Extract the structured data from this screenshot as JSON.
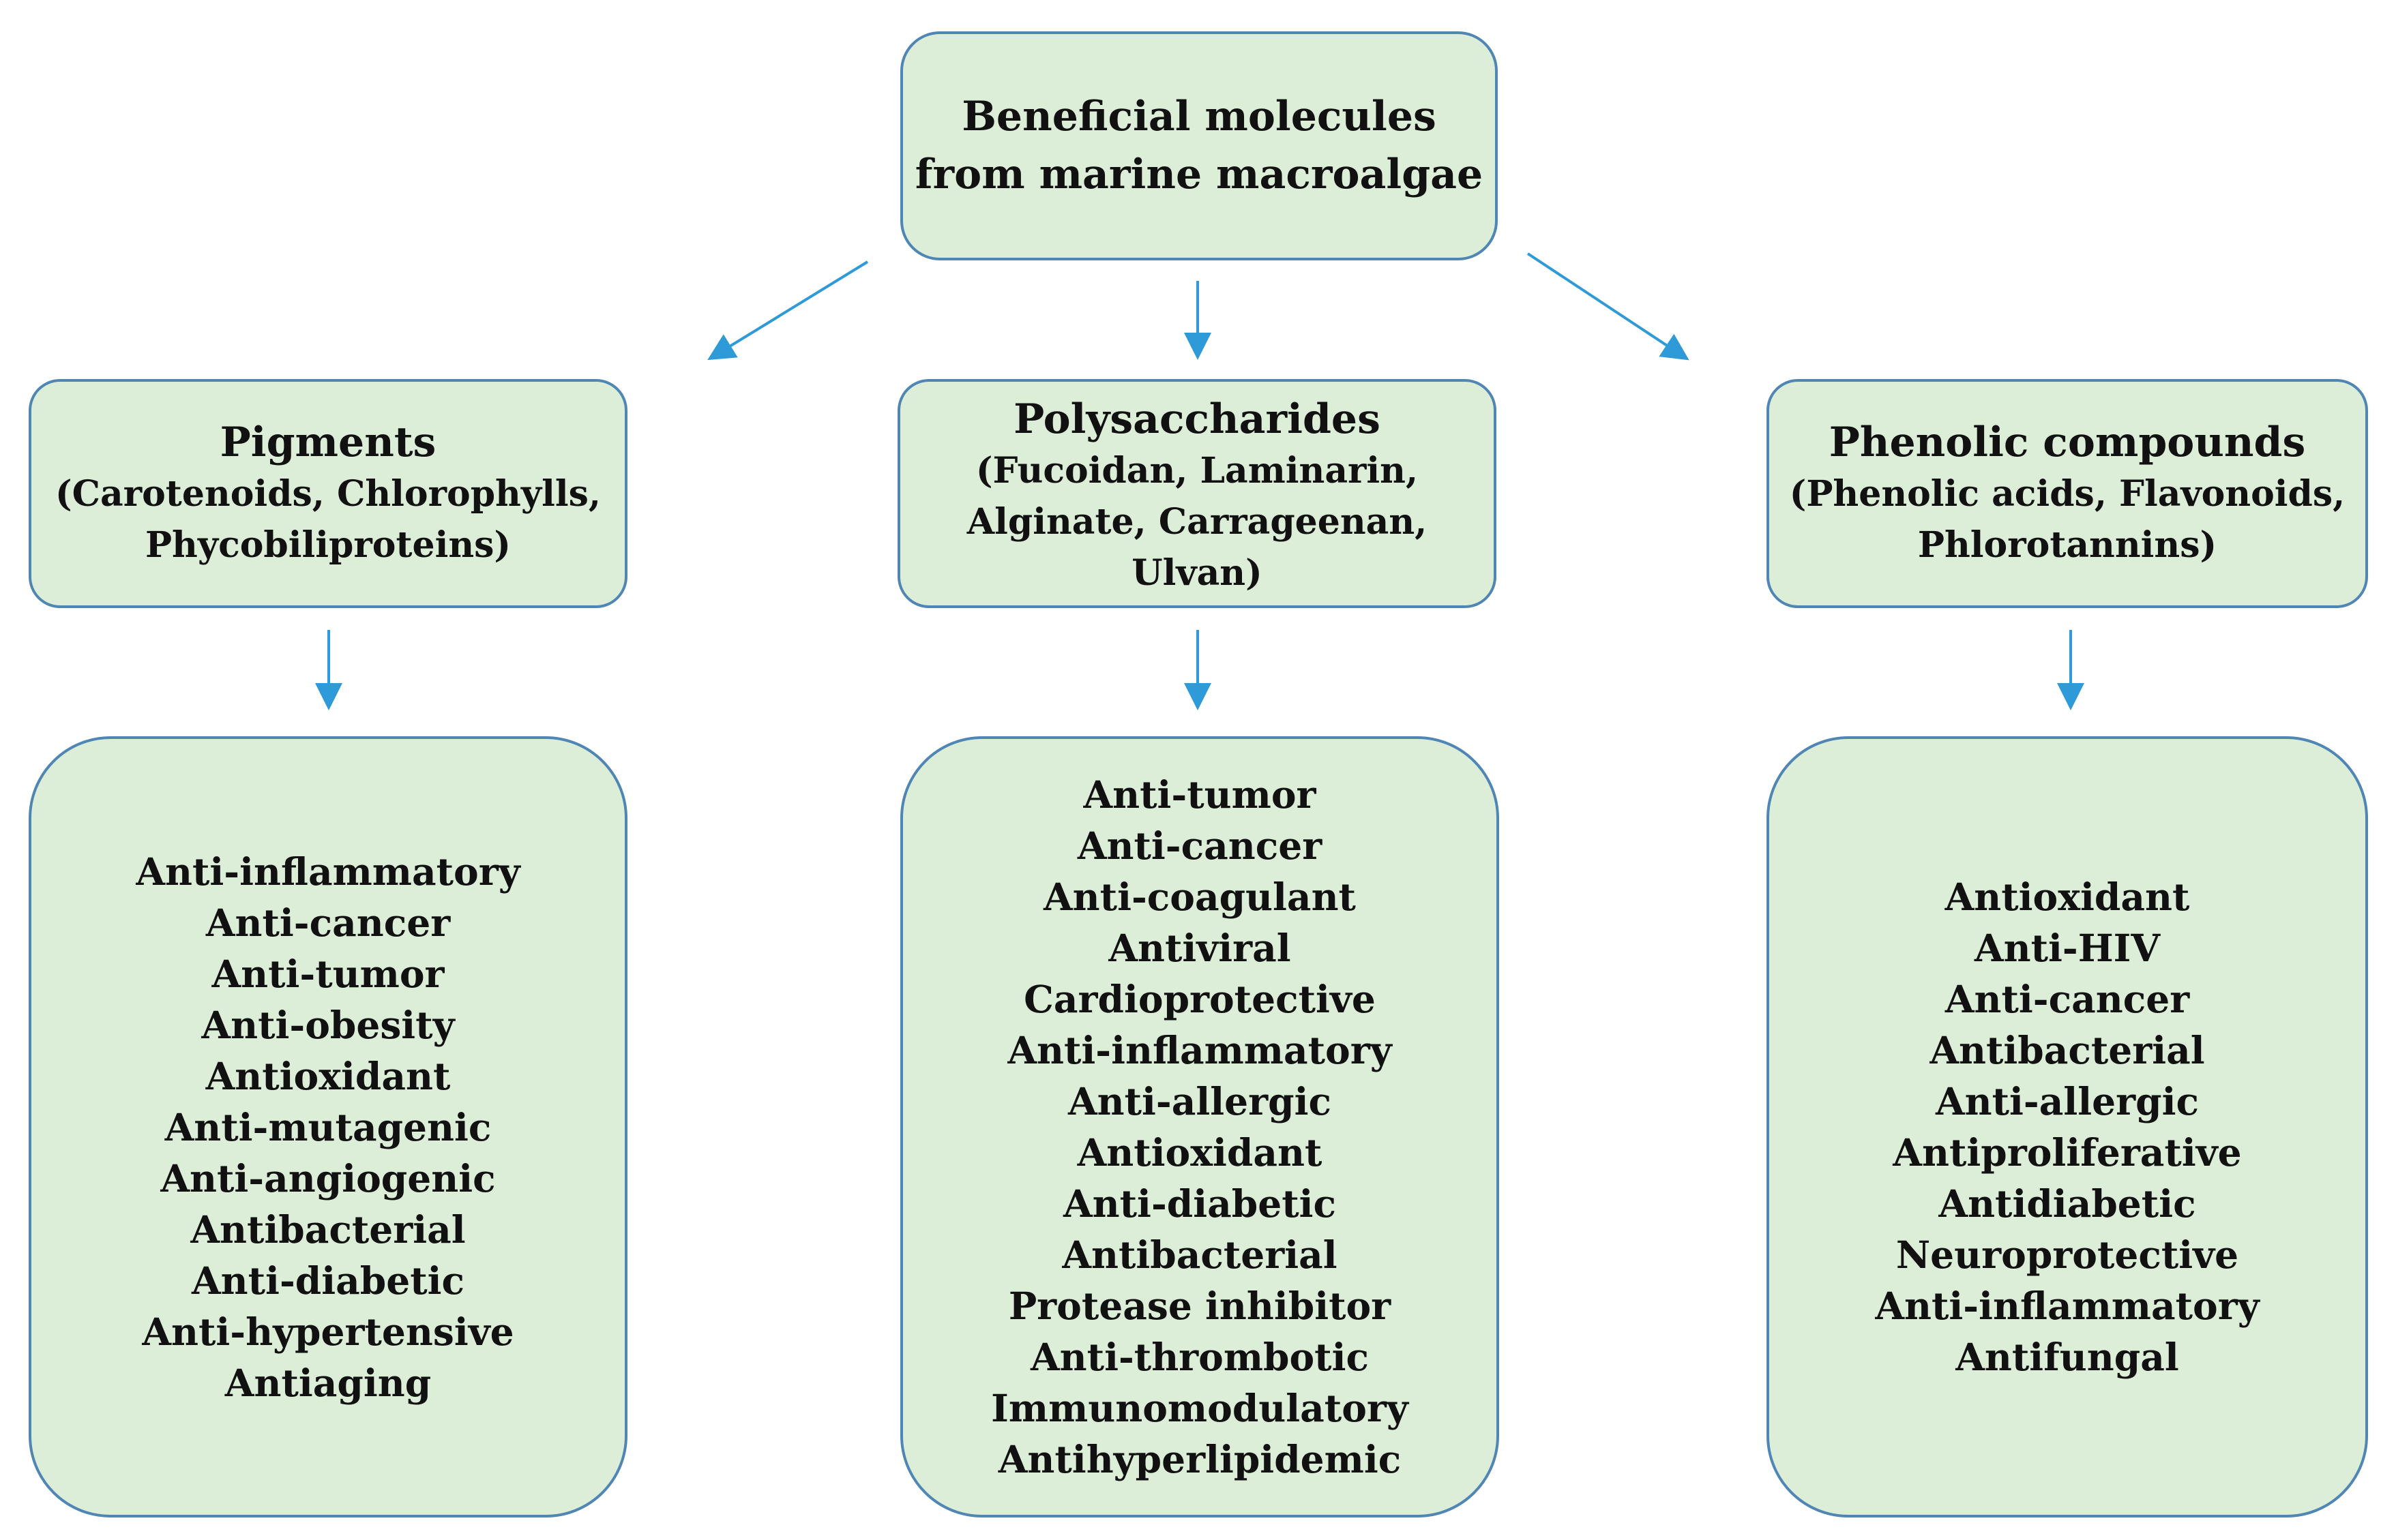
{
  "root": {
    "lines": [
      "Beneficial molecules",
      "from marine macroalgae"
    ]
  },
  "categories": [
    {
      "title": "Pigments",
      "subtitle": "(Carotenoids, Chlorophylls,\nPhycobiliproteins)",
      "activities": [
        "Anti-inflammatory",
        "Anti-cancer",
        "Anti-tumor",
        "Anti-obesity",
        "Antioxidant",
        "Anti-mutagenic",
        "Anti-angiogenic",
        "Antibacterial",
        "Anti-diabetic",
        "Anti-hypertensive",
        "Antiaging"
      ]
    },
    {
      "title": "Polysaccharides",
      "subtitle": "(Fucoidan, Laminarin,\nAlginate, Carrageenan,\nUlvan)",
      "activities": [
        "Anti-tumor",
        "Anti-cancer",
        "Anti-coagulant",
        "Antiviral",
        "Cardioprotective",
        "Anti-inflammatory",
        "Anti-allergic",
        "Antioxidant",
        "Anti-diabetic",
        "Antibacterial",
        "Protease inhibitor",
        "Anti-thrombotic",
        "Immunomodulatory",
        "Antihyperlipidemic"
      ]
    },
    {
      "title": "Phenolic compounds",
      "subtitle": "(Phenolic acids, Flavonoids,\nPhlorotannins)",
      "activities": [
        "Antioxidant",
        "Anti-HIV",
        "Anti-cancer",
        "Antibacterial",
        "Anti-allergic",
        "Antiproliferative",
        "Antidiabetic",
        "Neuroprotective",
        "Anti-inflammatory",
        "Antifungal"
      ]
    }
  ],
  "colors": {
    "box_fill": "#dcedd8",
    "box_border": "#4f86b4",
    "arrow": "#2e9ad8",
    "text": "#111111"
  }
}
